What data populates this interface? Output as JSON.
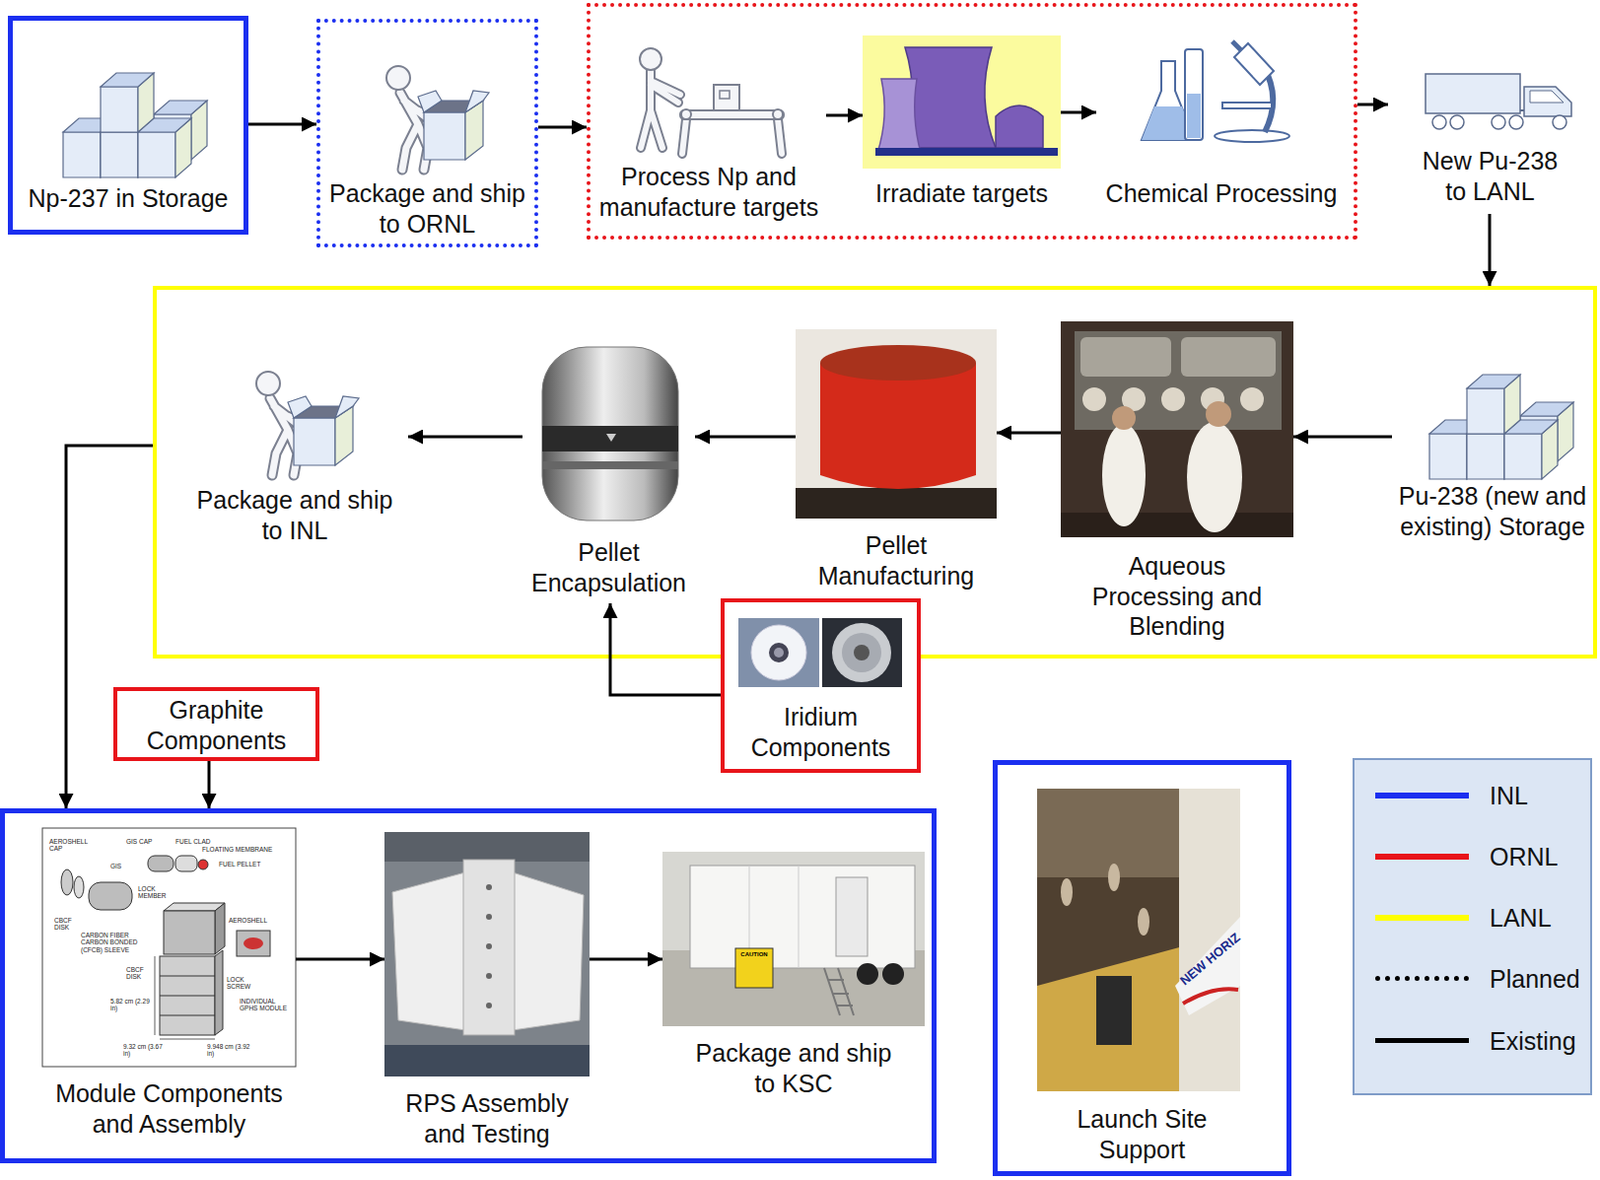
{
  "diagram": {
    "nodes": [
      {
        "text": [
          "Np-237 in Storage"
        ]
      },
      {
        "text": [
          "Package and ship to ORNL"
        ]
      },
      {
        "text": []
      },
      {
        "text": [
          "Process Np and manufacture targets"
        ],
        "in": 2
      },
      {
        "text": [
          "Irradiate targets"
        ],
        "in": 2
      },
      {
        "text": [
          "Chemical Processing"
        ],
        "in": 2
      },
      {
        "text": [
          "New Pu-238 to LANL"
        ]
      },
      {
        "text": []
      },
      {
        "text": [
          "Pu-238 (new and existing) Storage"
        ],
        "in": 7
      },
      {
        "text": [
          "Aqueous Processing and Blending"
        ],
        "in": 7
      },
      {
        "text": [
          "Pellet Manufacturing"
        ],
        "in": 7
      },
      {
        "text": [
          "Pellet Encapsulation"
        ],
        "in": 7
      },
      {
        "text": [
          "Package and ship to INL"
        ],
        "in": 7
      },
      {
        "text": [
          "Iridium Components"
        ]
      },
      {
        "text": [
          "Graphite Components"
        ]
      },
      {
        "text": []
      },
      {
        "text": [
          "Module Components and Assembly"
        ],
        "in": 15
      },
      {
        "text": [
          "RPS Assembly and Testing"
        ],
        "in": 15
      },
      {
        "text": [
          "Package and ship to KSC"
        ],
        "in": 15
      },
      {
        "text": [
          "Launch Site Support"
        ]
      }
    ],
    "edges": [
      {
        "from": 0,
        "to": 1,
        "arrow": "to"
      },
      {
        "from": 1,
        "to": 2,
        "arrow": "to"
      },
      {
        "from": 3,
        "to": 4,
        "arrow": "to"
      },
      {
        "from": 4,
        "to": 5,
        "arrow": "to"
      },
      {
        "from": 2,
        "to": 6,
        "arrow": "to"
      },
      {
        "from": 6,
        "to": 7,
        "arrow": "to"
      },
      {
        "from": 8,
        "to": 9,
        "arrow": "to"
      },
      {
        "from": 9,
        "to": 10,
        "arrow": "to"
      },
      {
        "from": 10,
        "to": 11,
        "arrow": "to"
      },
      {
        "from": 11,
        "to": 12,
        "arrow": "to"
      },
      {
        "from": 13,
        "to": 11,
        "arrow": "to"
      },
      {
        "from": 7,
        "to": 15,
        "arrow": "to"
      },
      {
        "from": 14,
        "to": 15,
        "arrow": "to"
      },
      {
        "from": 16,
        "to": 17,
        "arrow": "to"
      },
      {
        "from": 17,
        "to": 18,
        "arrow": "to"
      }
    ],
    "labels": [
      "AEROSHELL CAP",
      "GIS CAP",
      "FUEL CLAD",
      "FLOATING MEMBRANE",
      "FUEL PELLET",
      "GIS",
      "LOCK MEMBER",
      "CBCF DISK",
      "CARBON FIBER CARBON BONDED (CFCB) SLEEVE",
      "AEROSHELL",
      "CBCF DISK",
      "LOCK SCREW",
      "INDIVIDUAL GPHS MODULE",
      "5.82 cm (2.29 in)",
      "9.32 cm (3.67 in)",
      "9.948 cm (3.92 in)",
      "CAUTION",
      "NEW HORIZ"
    ],
    "legend": [
      {
        "text": "INL",
        "color": "#1b2ff0"
      },
      {
        "text": "ORNL",
        "color": "#e8141a"
      },
      {
        "text": "LANL",
        "color": "#ffff00"
      },
      {
        "text": "Planned"
      },
      {
        "text": "Existing"
      }
    ]
  }
}
